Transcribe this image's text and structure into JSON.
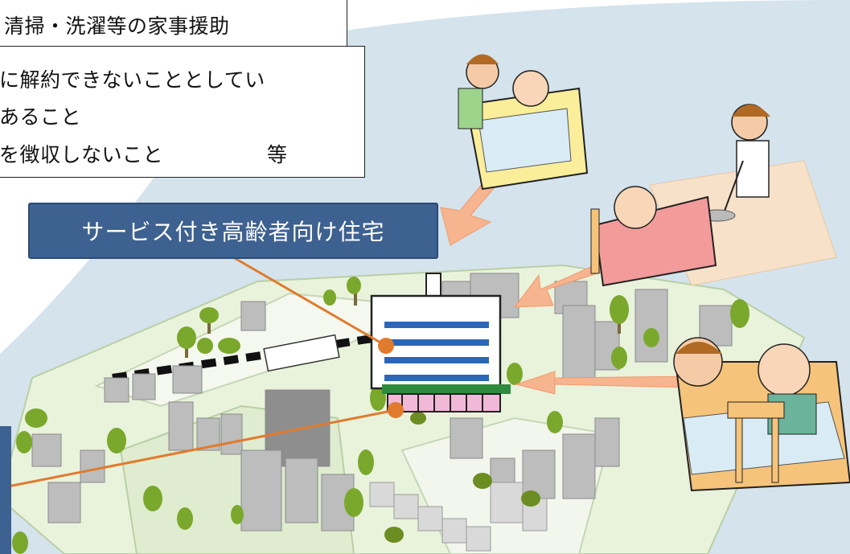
{
  "title_box": {
    "text": "清掃・洗濯等の家事援助"
  },
  "conditions_box": {
    "lines": [
      "に解約できないこととしてい",
      "あること",
      "を徴収しないこと"
    ],
    "etc": "等"
  },
  "service_label": {
    "text": "サービス付き高齢者向け住宅"
  },
  "colors": {
    "sky": "#d4e3ec",
    "ground": "#eef6e4",
    "label_bg": "#3d6190",
    "connector": "#e07b2e",
    "arrow": "#f6b48f"
  }
}
